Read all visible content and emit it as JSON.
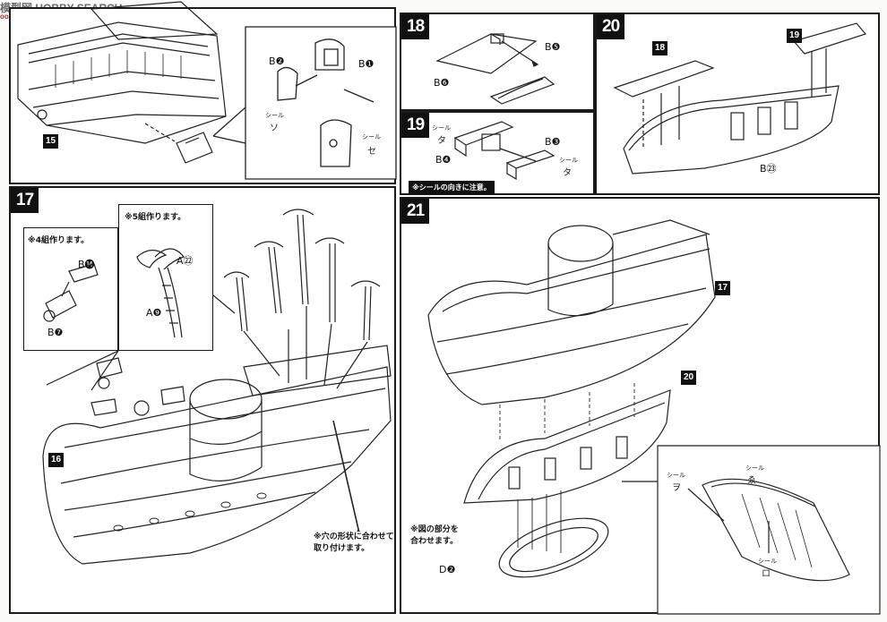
{
  "watermark": {
    "brand": "模型网 HOBBY SEARCH",
    "url": "ooo.ooso.com"
  },
  "steps": {
    "s15": "15",
    "s16": "16",
    "s17": "17",
    "s18": "18",
    "s19": "19",
    "s20": "20",
    "s21": "21"
  },
  "panel15": {
    "b2": "B❷",
    "b1": "B❶",
    "seal_label": "シール",
    "seal_so": "ソ",
    "seal_se": "セ"
  },
  "panel18": {
    "b5": "B❺",
    "b6": "B❻"
  },
  "panel19": {
    "b3": "B❸",
    "b4": "B❹",
    "seal_label": "シール",
    "seal_ta": "タ",
    "note": "※シールの向きに注意。"
  },
  "panel20": {
    "ref18": "18",
    "ref19": "19",
    "b23": "B㉓"
  },
  "panel17": {
    "note4": "※4組作ります。",
    "note5": "※5組作ります。",
    "b14": "B⓮",
    "b7": "B❼",
    "a22": "A㉒",
    "a9": "A❾",
    "note_hole": "※穴の形状に合わせて\n取り付けます。"
  },
  "panel21": {
    "ref17": "17",
    "ref20": "20",
    "d2": "D❷",
    "note_align": "※図の部分を\n合わせます。",
    "seal_label": "シール",
    "seal_wo": "ヲ",
    "seal_e": "ゑ",
    "seal_ro": "ロ"
  }
}
